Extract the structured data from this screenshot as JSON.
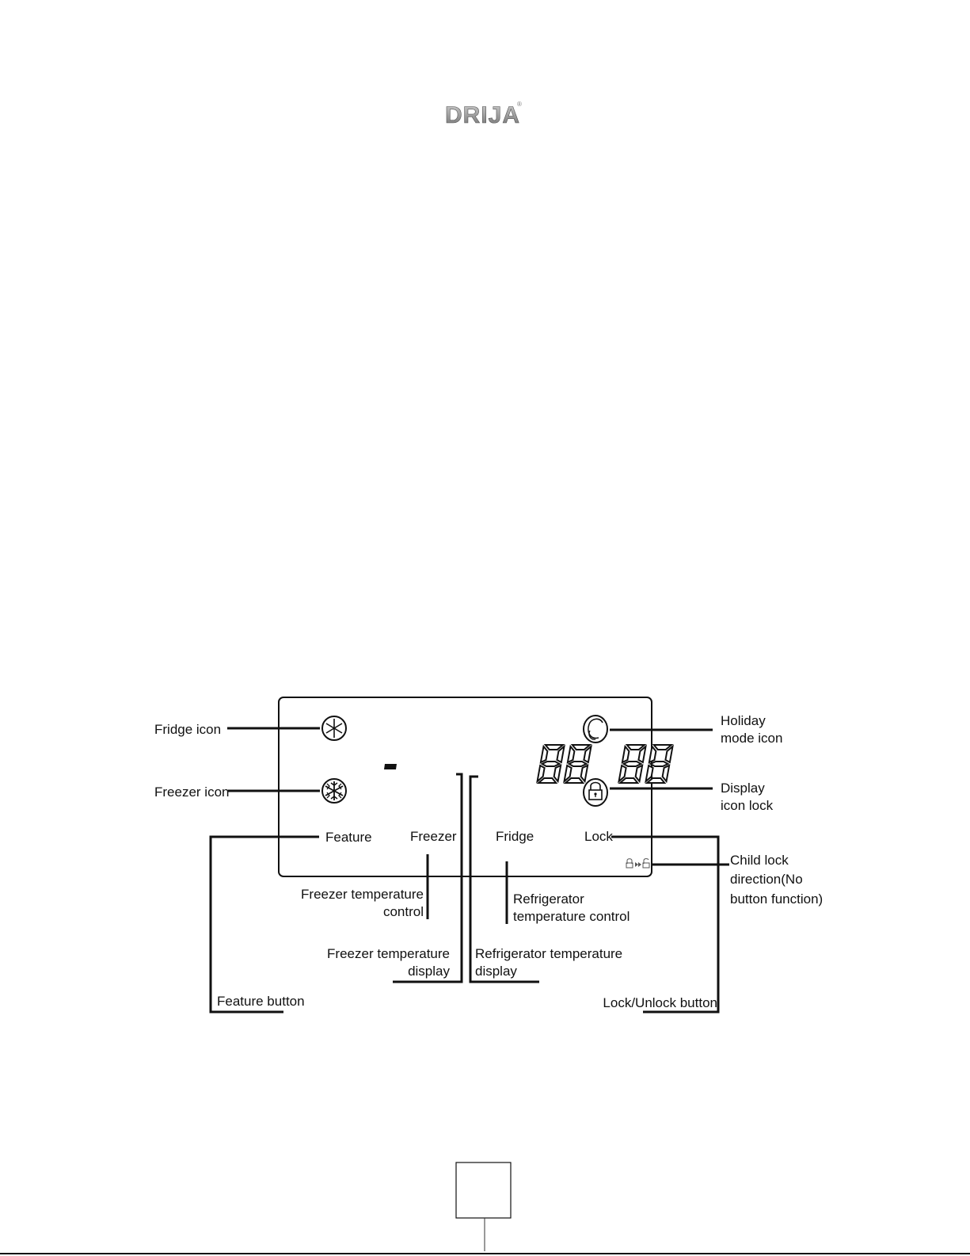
{
  "brand": {
    "logo_text": "DRIJA",
    "registered_mark": "®"
  },
  "panel": {
    "display_digits": "-88 88",
    "buttons": {
      "feature": "Feature",
      "freezer": "Freezer",
      "fridge": "Fridge",
      "lock": "Lock"
    }
  },
  "callouts": {
    "fridge_icon": "Fridge icon",
    "freezer_icon": "Freezer icon",
    "holiday_mode_icon": [
      "Holiday",
      "mode icon"
    ],
    "display_icon_lock": [
      "Display",
      "icon lock"
    ],
    "child_lock_direction": [
      "Child lock",
      "direction(No",
      "button function)"
    ],
    "freezer_temperature_control": [
      "Freezer temperature",
      "control"
    ],
    "refrigerator_temperature_control": [
      "Refrigerator",
      "temperature control"
    ],
    "freezer_temperature_display": [
      "Freezer temperature",
      "display"
    ],
    "refrigerator_temperature_display": [
      "Refrigerator temperature",
      "display"
    ],
    "feature_button": "Feature button",
    "lock_unlock_button": "Lock/Unlock button"
  },
  "page_number": ""
}
